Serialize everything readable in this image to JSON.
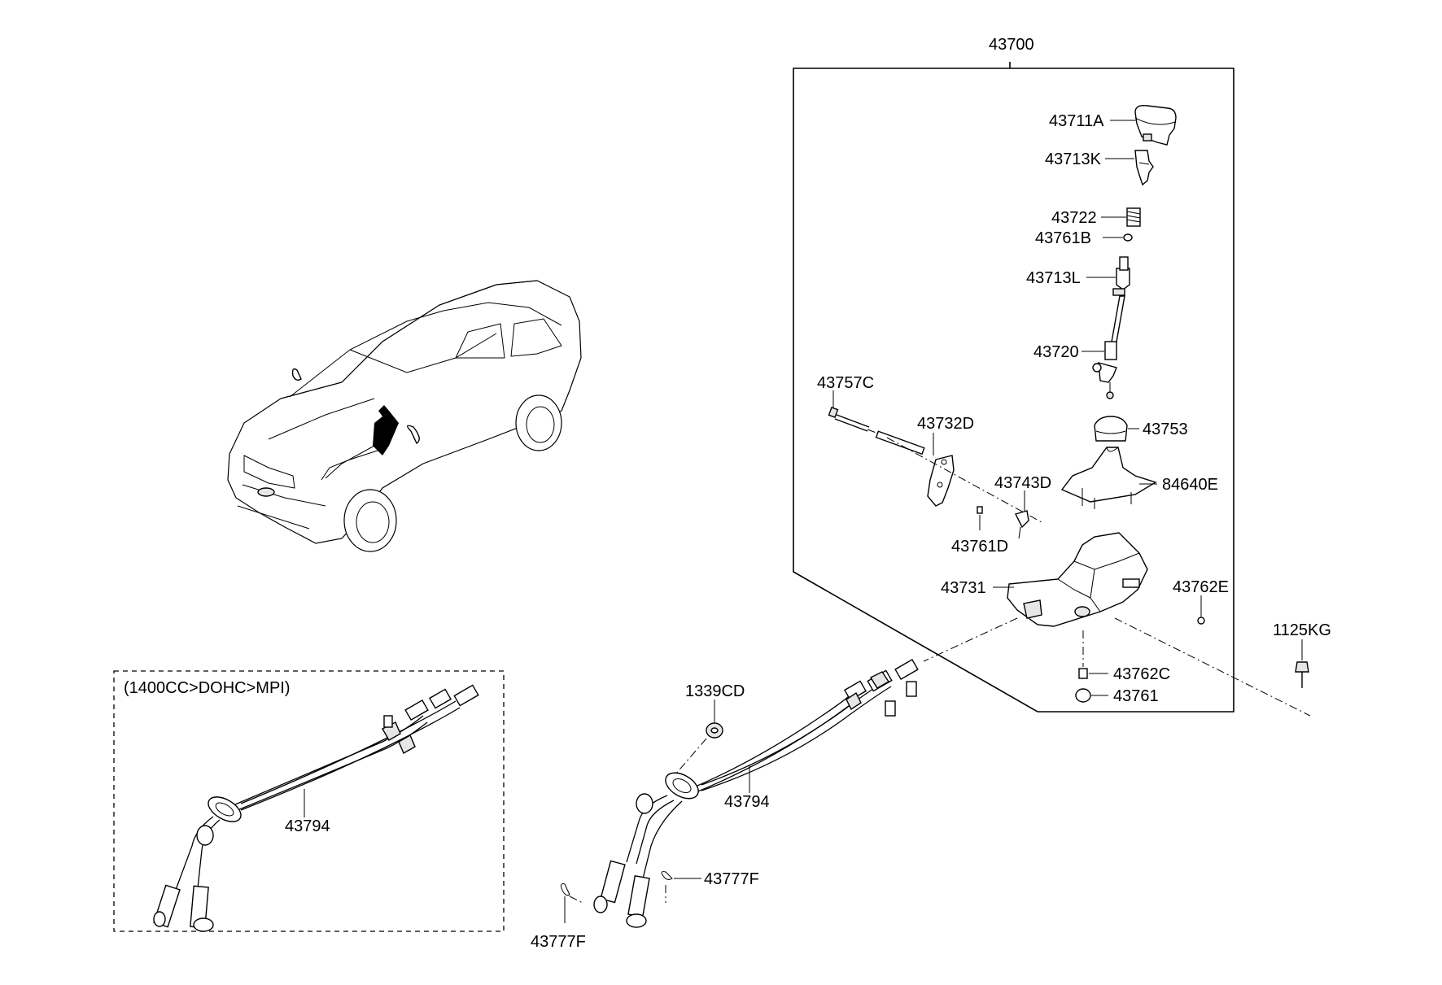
{
  "diagram": {
    "assembly_label": "43700",
    "variant_label": "(1400CC>DOHC>MPI)",
    "parts": {
      "p43711A": "43711A",
      "p43713K": "43713K",
      "p43722": "43722",
      "p43761B": "43761B",
      "p43713L": "43713L",
      "p43720": "43720",
      "p43757C": "43757C",
      "p43732D": "43732D",
      "p43753": "43753",
      "p43743D": "43743D",
      "p84640E": "84640E",
      "p43761D": "43761D",
      "p43731": "43731",
      "p43762E": "43762E",
      "p1125KG": "1125KG",
      "p43762C": "43762C",
      "p43761": "43761",
      "p1339CD": "1339CD",
      "p43794_main": "43794",
      "p43794_variant": "43794",
      "p43777F_right": "43777F",
      "p43777F_left": "43777F"
    }
  }
}
